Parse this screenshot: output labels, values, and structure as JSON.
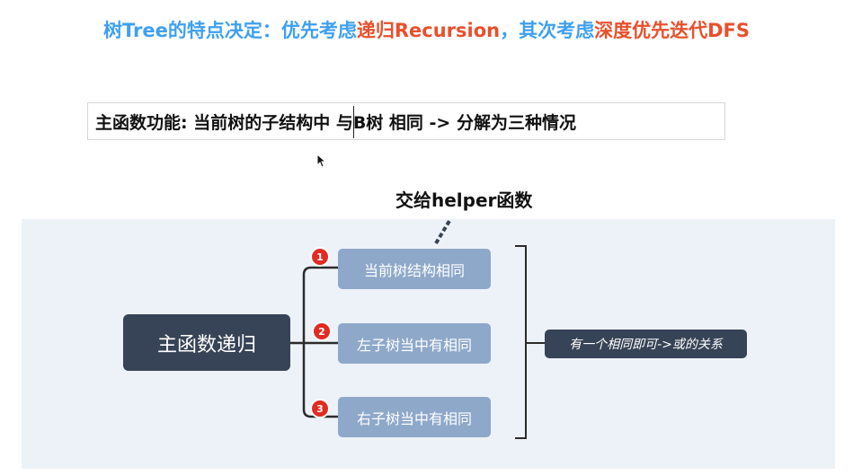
{
  "header": {
    "title_part1": "树Tree的特点决定：优先考虑",
    "title_part2": "递归Recursion",
    "title_part3": "，其次考虑",
    "title_part4": "深度优先迭代DFS"
  },
  "subtitle": {
    "text": "主函数功能: 当前树的子结构中 与B树  相同  -> 分解为三种情况"
  },
  "annotation": {
    "text": "交给helper函数"
  },
  "mindmap": {
    "root": "主函数递归",
    "children": [
      {
        "badge": "1",
        "label": "当前树结构相同"
      },
      {
        "badge": "2",
        "label": "左子树当中有相同"
      },
      {
        "badge": "3",
        "label": "右子树当中有相同"
      }
    ],
    "summary": "有一个相同即可->或的关系"
  },
  "colors": {
    "title_blue": "#3ea0f0",
    "title_red": "#e8502c",
    "root_fill": "#374356",
    "child_fill": "#8ea8c9",
    "badge_red": "#e22b22",
    "panel_bg": "#edf2f8"
  }
}
